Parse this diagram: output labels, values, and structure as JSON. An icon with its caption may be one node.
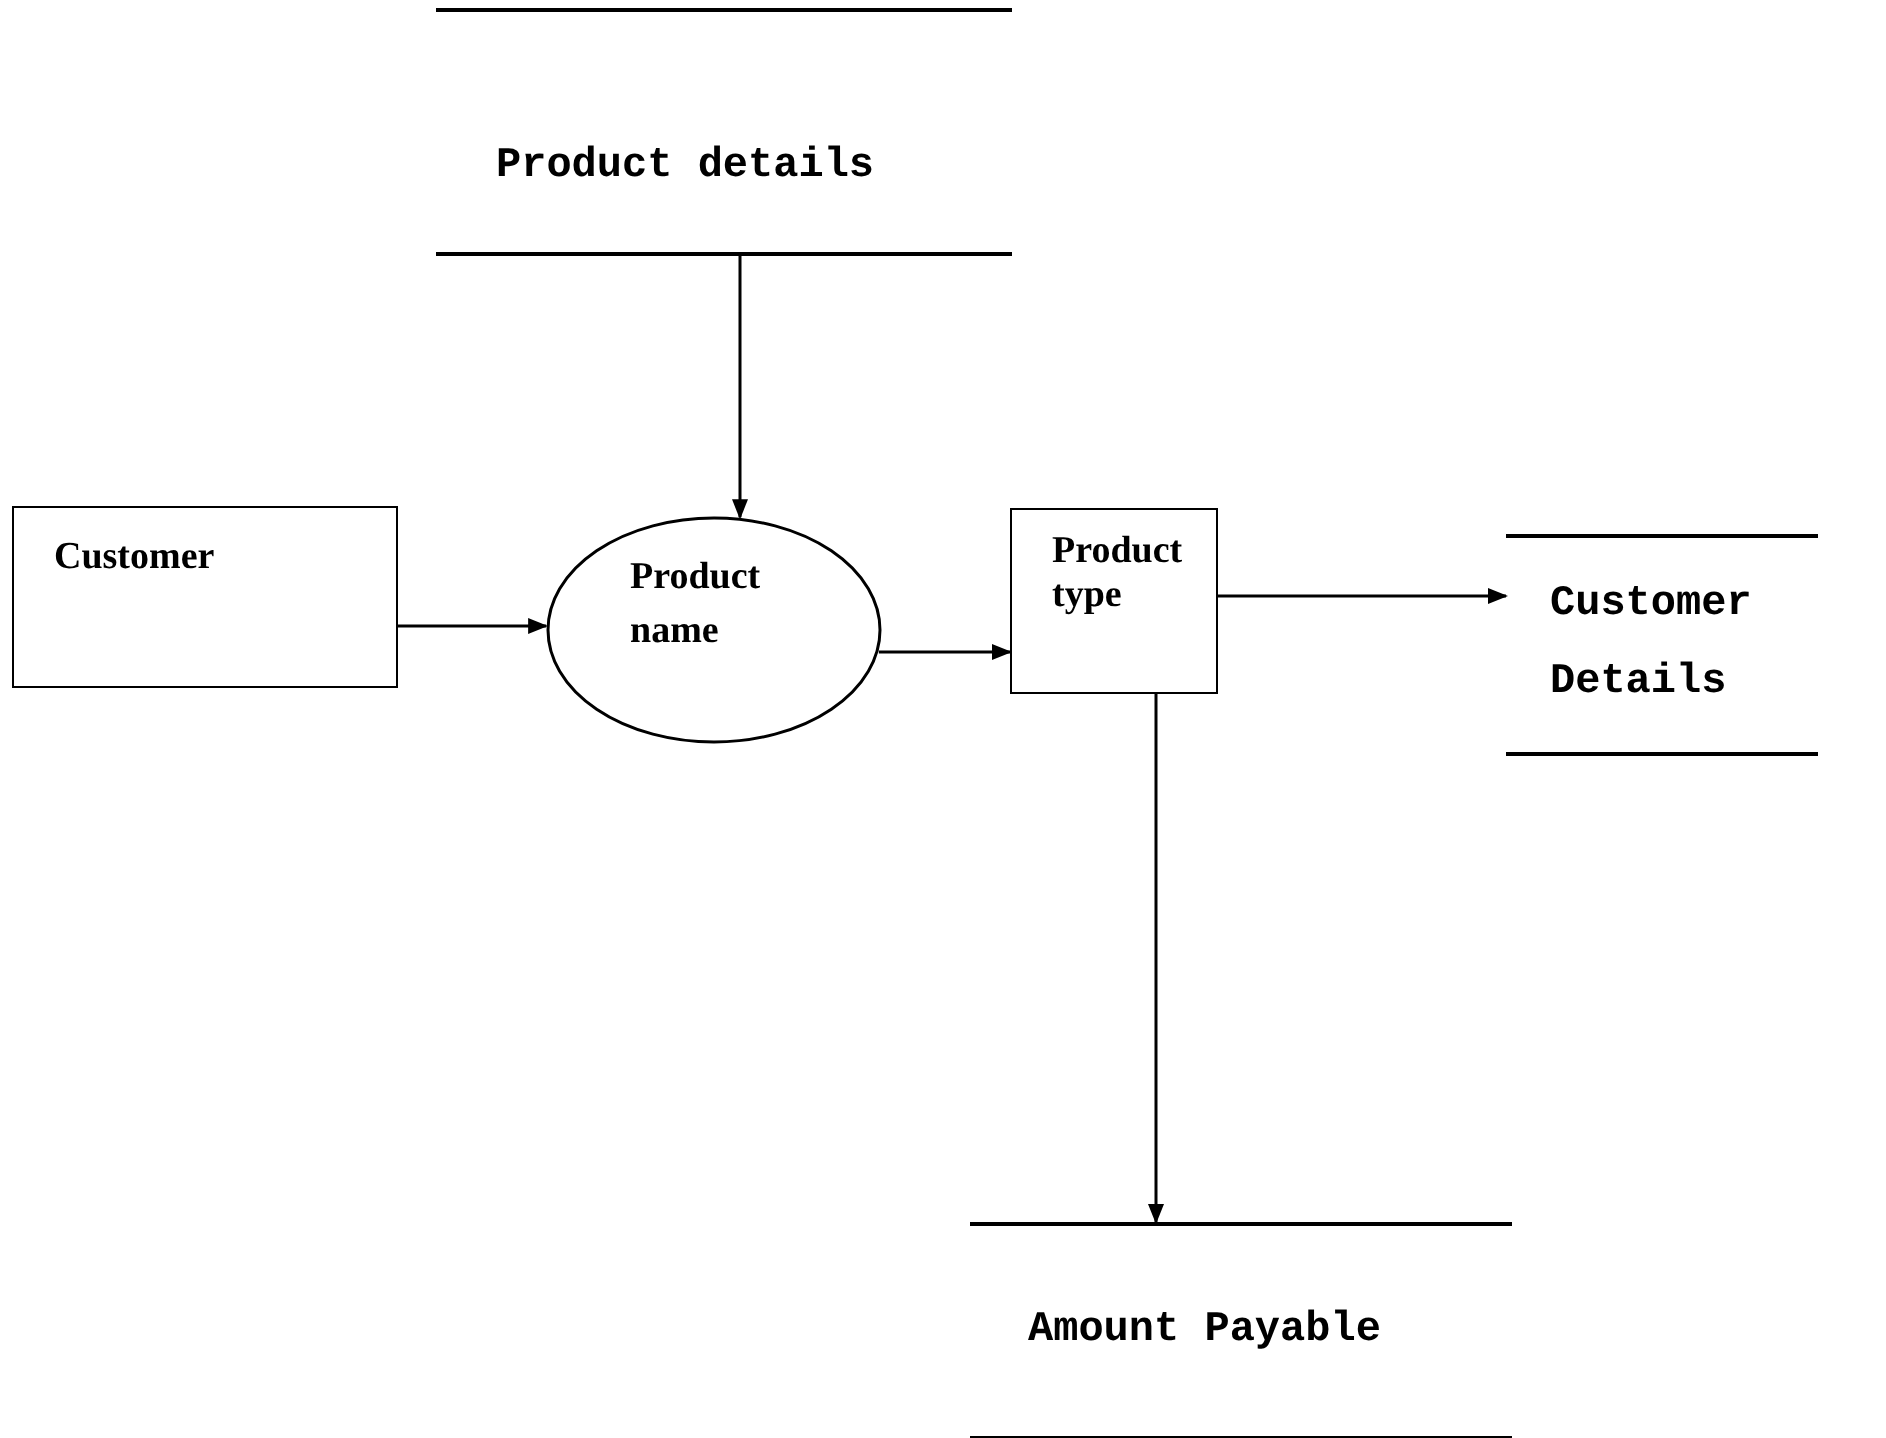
{
  "diagram": {
    "nodes": [
      {
        "text": [
          "Product details"
        ]
      },
      {
        "text": [
          "Customer"
        ]
      },
      {
        "text": [
          "Product name"
        ]
      },
      {
        "text": [
          "Product type"
        ]
      },
      {
        "text": [
          "Customer Details"
        ]
      },
      {
        "text": [
          "Amount Payable"
        ]
      }
    ],
    "edges": [
      {
        "from": 0,
        "to": 2,
        "arrow": "to"
      },
      {
        "from": 1,
        "to": 2,
        "arrow": "to"
      },
      {
        "from": 2,
        "to": 3,
        "arrow": "to"
      },
      {
        "from": 3,
        "to": 4,
        "arrow": "to"
      },
      {
        "from": 3,
        "to": 5,
        "arrow": "to"
      }
    ]
  }
}
